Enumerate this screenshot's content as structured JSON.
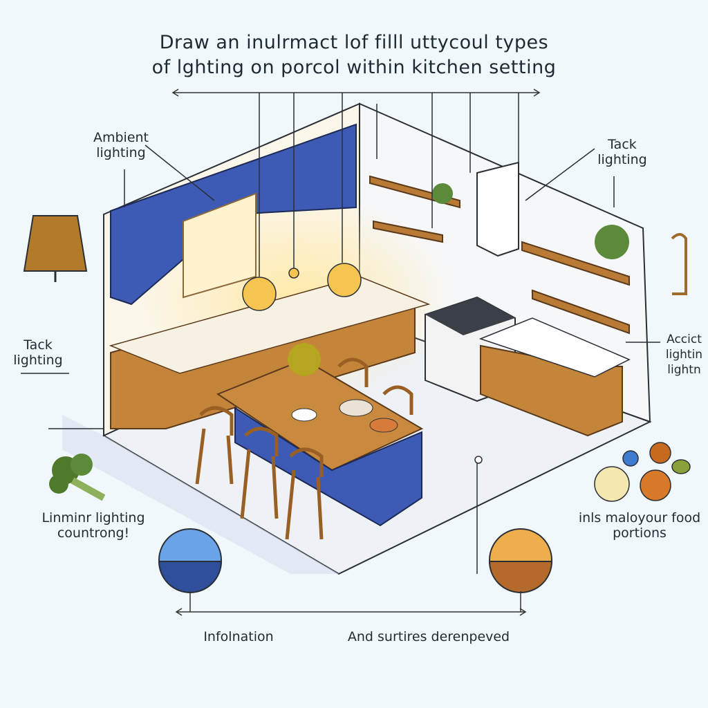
{
  "title": {
    "line1": "Draw an inulrmact lof filll uttycoul types",
    "line2": "of lghting on porcol within kitchen setting"
  },
  "labels": {
    "ambient": "Ambient lighting",
    "tack_right": "Tack lighting",
    "tack_left": "Tack lighting",
    "accent": "Accict lightin lightn",
    "linear": "Linminr lighting countrong!",
    "food": "inls maloyour food portions",
    "info": "Infolnation",
    "surfaces": "And surtires derenpeved"
  },
  "colors": {
    "background": "#f1f8fb",
    "cabinet_blue": "#3d5bb5",
    "wood": "#c4843a",
    "warm_light": "#f5c451",
    "line": "#2a2f36"
  },
  "icons": [
    "lamp-icon",
    "broccoli-icon",
    "citrus-icon",
    "wall-sconce-icon",
    "blue-swatch-icon",
    "orange-swatch-icon"
  ]
}
